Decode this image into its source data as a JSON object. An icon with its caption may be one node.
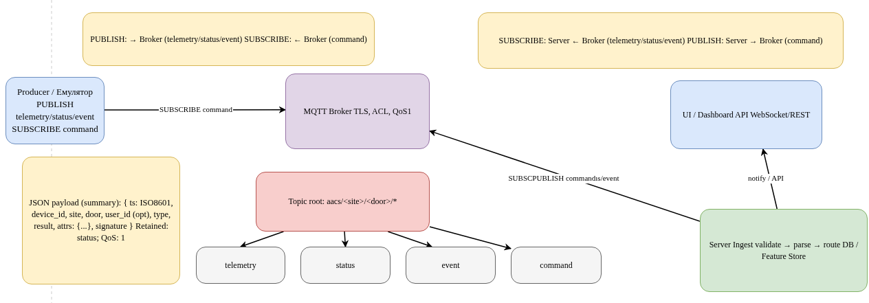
{
  "diagram": {
    "nodes": [
      {
        "text": [
          "PUBLISH: → Broker (telemetry/status/event) SUBSCRIBE: ← Broker (command)"
        ]
      },
      {
        "text": [
          "SUBSCRIBE: Server ← Broker (telemetry/status/event) PUBLISH: Server → Broker (command)"
        ]
      },
      {
        "text": [
          "Producer / Емулятор PUBLISH telemetry/status/event SUBSCRIBE command"
        ]
      },
      {
        "text": [
          "MQTT Broker TLS, ACL, QoS1"
        ]
      },
      {
        "text": [
          "UI / Dashboard API WebSocket/REST"
        ]
      },
      {
        "text": [
          "JSON payload (summary): { ts: ISO8601, device_id, site, door, user_id (opt), type, result, attrs: {...}, signature } Retained: status; QoS: 1"
        ]
      },
      {
        "text": [
          "Topic root: aacs/<site>/<door>/*"
        ]
      },
      {
        "text": [
          "telemetry"
        ]
      },
      {
        "text": [
          "status"
        ]
      },
      {
        "text": [
          "event"
        ]
      },
      {
        "text": [
          "command"
        ]
      },
      {
        "text": [
          "Server Ingest validate → parse → route DB / Feature Store"
        ]
      }
    ],
    "edges": [
      {
        "from": 2,
        "to": 3,
        "arrow": "to",
        "label": "SUBSCRIBE command"
      },
      {
        "from": 11,
        "to": 3,
        "arrow": "to",
        "label": "SUBSCPUBLISH commandıs/event"
      },
      {
        "from": 11,
        "to": 4,
        "arrow": "to",
        "label": "notify / API"
      },
      {
        "from": 6,
        "to": 7,
        "arrow": "to"
      },
      {
        "from": 6,
        "to": 8,
        "arrow": "to"
      },
      {
        "from": 6,
        "to": 9,
        "arrow": "to"
      },
      {
        "from": 6,
        "to": 10,
        "arrow": "to"
      }
    ]
  }
}
